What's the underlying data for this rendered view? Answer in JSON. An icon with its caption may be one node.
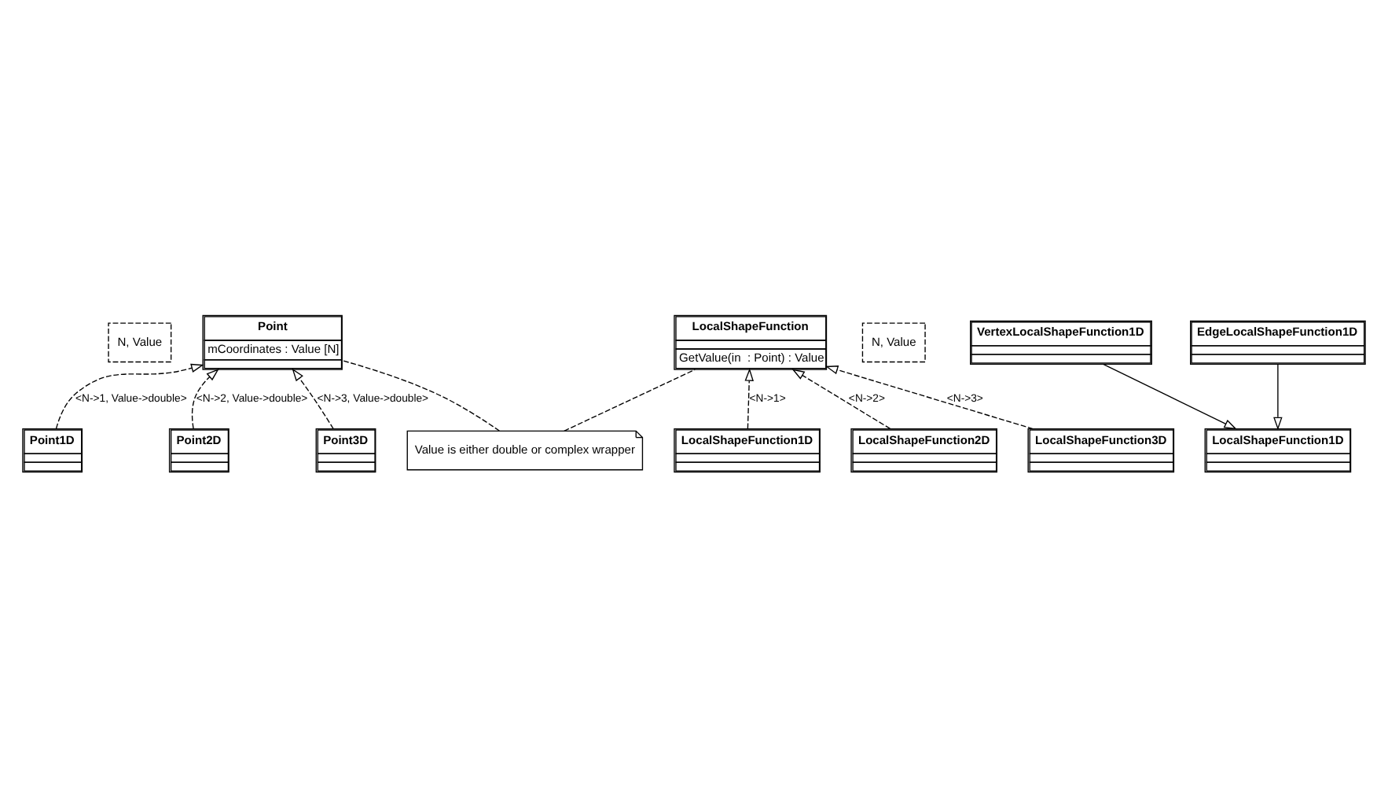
{
  "diagram": {
    "nodes": [
      {
        "text": [
          "N, Value"
        ]
      },
      {
        "text": [
          "Point",
          "mCoordinates : Value [N]"
        ]
      },
      {
        "text": [
          "Point1D"
        ]
      },
      {
        "text": [
          "Point2D"
        ]
      },
      {
        "text": [
          "Point3D"
        ]
      },
      {
        "text": [
          "Value is either double or complex wrapper"
        ]
      },
      {
        "text": [
          "N, Value"
        ]
      },
      {
        "text": [
          "LocalShapeFunction",
          "GetValue(in  : Point) : Value"
        ]
      },
      {
        "text": [
          "LocalShapeFunction1D"
        ]
      },
      {
        "text": [
          "LocalShapeFunction2D"
        ]
      },
      {
        "text": [
          "LocalShapeFunction3D"
        ]
      },
      {
        "text": [
          "VertexLocalShapeFunction1D"
        ]
      },
      {
        "text": [
          "LocalShapeFunction1D"
        ]
      },
      {
        "text": [
          "EdgeLocalShapeFunction1D"
        ]
      }
    ],
    "edges": [
      {
        "from": 2,
        "to": 1,
        "arrow": "to",
        "style": "dashed",
        "label": "<N->1, Value->double>"
      },
      {
        "from": 3,
        "to": 1,
        "arrow": "to",
        "style": "dashed",
        "label": "<N->2, Value->double>"
      },
      {
        "from": 4,
        "to": 1,
        "arrow": "to",
        "style": "dashed",
        "label": "<N->3, Value->double>"
      },
      {
        "from": 5,
        "to": 1,
        "arrow": "none",
        "style": "dashed"
      },
      {
        "from": 5,
        "to": 7,
        "arrow": "none",
        "style": "dashed"
      },
      {
        "from": 8,
        "to": 7,
        "arrow": "to",
        "style": "dashed",
        "label": "<N->1>"
      },
      {
        "from": 9,
        "to": 7,
        "arrow": "to",
        "style": "dashed",
        "label": "<N->2>"
      },
      {
        "from": 10,
        "to": 7,
        "arrow": "to",
        "style": "dashed",
        "label": "<N->3>"
      },
      {
        "from": 11,
        "to": 12,
        "arrow": "to"
      },
      {
        "from": 13,
        "to": 12,
        "arrow": "to"
      }
    ]
  }
}
